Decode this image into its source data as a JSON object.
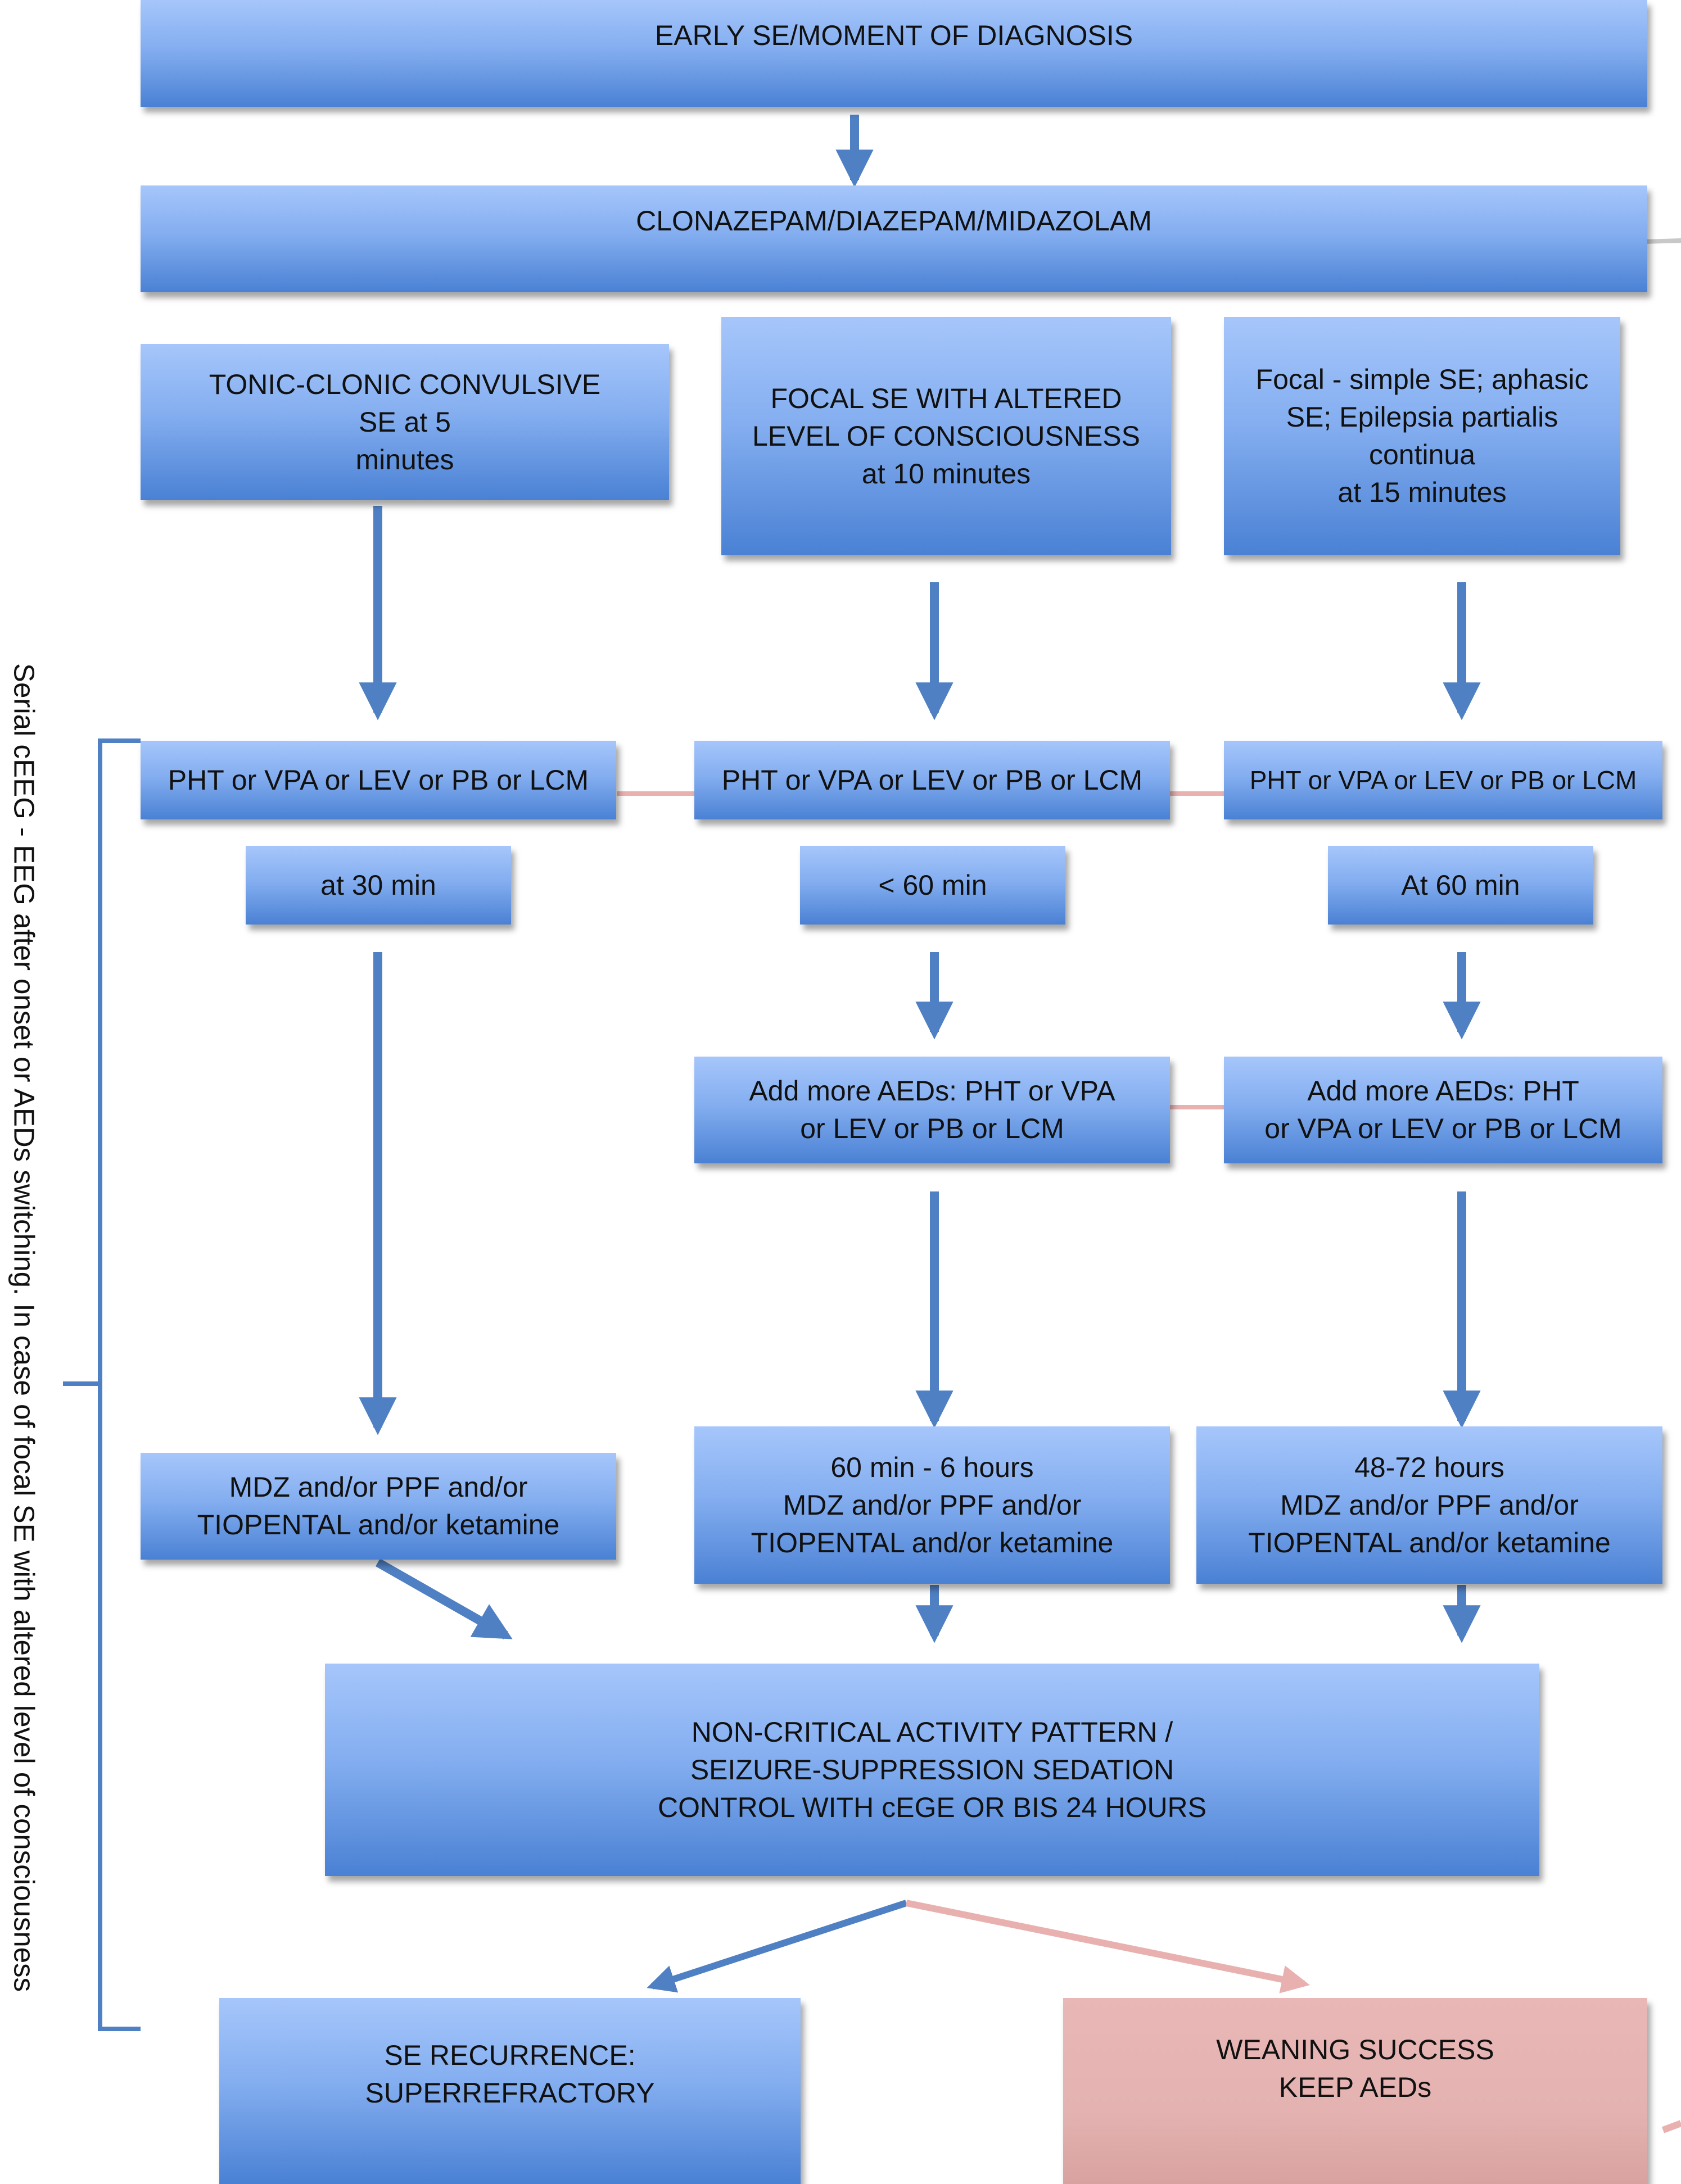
{
  "boxes": {
    "early_se": "EARLY SE/MOMENT OF DIAGNOSIS",
    "benzodiazepines": "CLONAZEPAM/DIAZEPAM/MIDAZOLAM",
    "tonic_clonic": "TONIC-CLONIC CONVULSIVE\nSE at 5\nminutes",
    "focal_altered": "FOCAL SE WITH ALTERED\nLEVEL OF CONSCIOUSNESS\nat 10 minutes",
    "focal_simple": "Focal - simple SE; aphasic\nSE; Epilepsia partialis\ncontinua\nat 15 minutes",
    "aed_left": "PHT or VPA or LEV or PB or LCM",
    "aed_middle": "PHT or VPA or LEV or PB or LCM",
    "aed_right": "PHT or VPA or LEV or PB or LCM",
    "time_left": "at 30 min",
    "time_middle": "< 60 min",
    "time_right": "At 60 min",
    "add_aeds_middle": "Add more AEDs: PHT or VPA\nor LEV or PB or LCM",
    "add_aeds_right": "Add more AEDs: PHT\nor VPA or LEV or PB or LCM",
    "anesthesia_left": "MDZ and/or PPF and/or\nTIOPENTAL and/or ketamine",
    "anesthesia_middle": "60 min - 6 hours\nMDZ and/or PPF and/or\nTIOPENTAL and/or ketamine",
    "anesthesia_right": "48-72 hours\nMDZ and/or PPF and/or\nTIOPENTAL and/or ketamine",
    "non_critical": "NON-CRITICAL ACTIVITY PATTERN /\nSEIZURE-SUPPRESSION SEDATION\nCONTROL WITH cEGE OR BIS 24 HOURS",
    "recurrence": "SE RECURRENCE:\nSUPERREFRACTORY",
    "weaning": "WEANING SUCCESS\nKEEP AEDs"
  },
  "side_label": "Serial cEEG - EEG after onset or AEDs switching. In case of focal SE with altered level of consciousness",
  "colors": {
    "box_light": "#a6c6fb",
    "box_dark": "#4a81d4",
    "arrow_blue": "#4f80c3",
    "arrow_pink": "#e8b1b0",
    "pink_box": "#e4b3b1",
    "bracket": "#4f80c3"
  }
}
